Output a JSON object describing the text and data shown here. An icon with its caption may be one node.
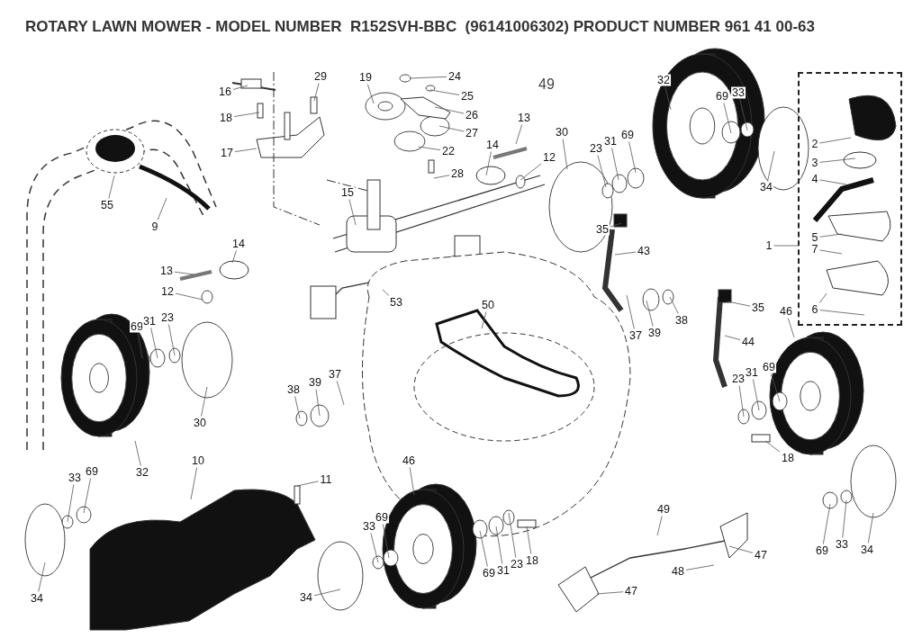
{
  "diagram": {
    "title": "ROTARY LAWN MOWER - MODEL NUMBER  R152SVH-BBC  (96141006302) PRODUCT NUMBER 961 41 00-63",
    "nodes": [
      {
        "text": [
          "16"
        ]
      },
      {
        "text": [
          "18"
        ]
      },
      {
        "text": [
          "17"
        ]
      },
      {
        "text": [
          "29"
        ]
      },
      {
        "text": [
          "19"
        ]
      },
      {
        "text": [
          "24"
        ]
      },
      {
        "text": [
          "25"
        ]
      },
      {
        "text": [
          "26"
        ]
      },
      {
        "text": [
          "27"
        ]
      },
      {
        "text": [
          "22"
        ]
      },
      {
        "text": [
          "28"
        ]
      },
      {
        "text": [
          "13"
        ]
      },
      {
        "text": [
          "14"
        ]
      },
      {
        "text": [
          "12"
        ]
      },
      {
        "text": [
          "30"
        ]
      },
      {
        "text": [
          "23"
        ]
      },
      {
        "text": [
          "31"
        ]
      },
      {
        "text": [
          "69"
        ]
      },
      {
        "text": [
          "32"
        ]
      },
      {
        "text": [
          "69"
        ]
      },
      {
        "text": [
          "33"
        ]
      },
      {
        "text": [
          "34"
        ]
      },
      {
        "text": [],
        "shape": "box"
      },
      {
        "text": [
          "2"
        ],
        "in": 22
      },
      {
        "text": [
          "3"
        ],
        "in": 22
      },
      {
        "text": [
          "4"
        ],
        "in": 22
      },
      {
        "text": [
          "5"
        ],
        "in": 22
      },
      {
        "text": [
          "7"
        ],
        "in": 22
      },
      {
        "text": [
          "6"
        ],
        "in": 22
      },
      {
        "text": [
          "1"
        ]
      },
      {
        "text": [
          "35"
        ]
      },
      {
        "text": [
          "43"
        ]
      },
      {
        "text": [
          "37"
        ]
      },
      {
        "text": [
          "39"
        ]
      },
      {
        "text": [
          "38"
        ]
      },
      {
        "text": [
          "35"
        ]
      },
      {
        "text": [
          "44"
        ]
      },
      {
        "text": [
          "46"
        ]
      },
      {
        "text": [
          "15"
        ]
      },
      {
        "text": [
          "14"
        ]
      },
      {
        "text": [
          "13"
        ]
      },
      {
        "text": [
          "12"
        ]
      },
      {
        "text": [
          "53"
        ]
      },
      {
        "text": [
          "50"
        ]
      },
      {
        "text": [
          "55"
        ]
      },
      {
        "text": [
          "9"
        ]
      },
      {
        "text": [
          "69"
        ]
      },
      {
        "text": [
          "31"
        ]
      },
      {
        "text": [
          "23"
        ]
      },
      {
        "text": [
          "38"
        ]
      },
      {
        "text": [
          "39"
        ]
      },
      {
        "text": [
          "37"
        ]
      },
      {
        "text": [
          "30"
        ]
      },
      {
        "text": [
          "32"
        ]
      },
      {
        "text": [
          "23"
        ]
      },
      {
        "text": [
          "31"
        ]
      },
      {
        "text": [
          "69"
        ]
      },
      {
        "text": [
          "18"
        ]
      },
      {
        "text": [
          "10"
        ]
      },
      {
        "text": [
          "11"
        ]
      },
      {
        "text": [
          "33"
        ]
      },
      {
        "text": [
          "69"
        ]
      },
      {
        "text": [
          "46"
        ]
      },
      {
        "text": [
          "33"
        ]
      },
      {
        "text": [
          "69"
        ]
      },
      {
        "text": [
          "34"
        ]
      },
      {
        "text": [
          "34"
        ]
      },
      {
        "text": [
          "69"
        ]
      },
      {
        "text": [
          "31"
        ]
      },
      {
        "text": [
          "23"
        ]
      },
      {
        "text": [
          "18"
        ]
      },
      {
        "text": [
          "49"
        ]
      },
      {
        "text": [
          "47"
        ]
      },
      {
        "text": [
          "48"
        ]
      },
      {
        "text": [
          "47"
        ]
      },
      {
        "text": [
          "69"
        ]
      },
      {
        "text": [
          "33"
        ]
      },
      {
        "text": [
          "34"
        ]
      }
    ],
    "edges": [
      {
        "from": 0,
        "to": null,
        "arrow": "none"
      },
      {
        "from": 1,
        "to": null,
        "arrow": "none"
      },
      {
        "from": 2,
        "to": null,
        "arrow": "none"
      },
      {
        "from": 3,
        "to": null,
        "arrow": "none"
      },
      {
        "from": 4,
        "to": null,
        "arrow": "none"
      },
      {
        "from": 5,
        "to": null,
        "arrow": "none"
      },
      {
        "from": 6,
        "to": null,
        "arrow": "none"
      },
      {
        "from": 7,
        "to": null,
        "arrow": "none"
      },
      {
        "from": 8,
        "to": null,
        "arrow": "none"
      },
      {
        "from": 9,
        "to": null,
        "arrow": "none"
      },
      {
        "from": 10,
        "to": null,
        "arrow": "none"
      },
      {
        "from": 11,
        "to": null,
        "arrow": "none"
      },
      {
        "from": 12,
        "to": null,
        "arrow": "none"
      },
      {
        "from": 13,
        "to": null,
        "arrow": "none"
      },
      {
        "from": 14,
        "to": null,
        "arrow": "none"
      },
      {
        "from": 15,
        "to": null,
        "arrow": "none"
      },
      {
        "from": 16,
        "to": null,
        "arrow": "none"
      },
      {
        "from": 17,
        "to": null,
        "arrow": "none"
      },
      {
        "from": 18,
        "to": null,
        "arrow": "none"
      },
      {
        "from": 19,
        "to": null,
        "arrow": "none"
      },
      {
        "from": 20,
        "to": null,
        "arrow": "none"
      },
      {
        "from": 21,
        "to": null,
        "arrow": "none"
      },
      {
        "from": 23,
        "to": null,
        "arrow": "none"
      },
      {
        "from": 24,
        "to": null,
        "arrow": "none"
      },
      {
        "from": 25,
        "to": null,
        "arrow": "none"
      },
      {
        "from": 26,
        "to": null,
        "arrow": "none"
      },
      {
        "from": 27,
        "to": null,
        "arrow": "none"
      },
      {
        "from": 28,
        "to": null,
        "arrow": "none"
      },
      {
        "from": 28,
        "to": null,
        "arrow": "none"
      },
      {
        "from": 29,
        "to": 22,
        "arrow": "none"
      },
      {
        "from": 30,
        "to": null,
        "arrow": "none"
      },
      {
        "from": 31,
        "to": null,
        "arrow": "none"
      },
      {
        "from": 32,
        "to": null,
        "arrow": "none"
      },
      {
        "from": 33,
        "to": null,
        "arrow": "none"
      },
      {
        "from": 34,
        "to": null,
        "arrow": "none"
      },
      {
        "from": 35,
        "to": null,
        "arrow": "none"
      },
      {
        "from": 36,
        "to": null,
        "arrow": "none"
      },
      {
        "from": 37,
        "to": null,
        "arrow": "none"
      },
      {
        "from": 38,
        "to": null,
        "arrow": "none"
      },
      {
        "from": 39,
        "to": null,
        "arrow": "none"
      },
      {
        "from": 40,
        "to": null,
        "arrow": "none"
      },
      {
        "from": 41,
        "to": null,
        "arrow": "none"
      },
      {
        "from": 42,
        "to": null,
        "arrow": "none"
      },
      {
        "from": 43,
        "to": null,
        "arrow": "none"
      },
      {
        "from": 44,
        "to": null,
        "arrow": "none"
      },
      {
        "from": 45,
        "to": null,
        "arrow": "none"
      },
      {
        "from": 46,
        "to": null,
        "arrow": "none"
      },
      {
        "from": 47,
        "to": null,
        "arrow": "none"
      },
      {
        "from": 48,
        "to": null,
        "arrow": "none"
      },
      {
        "from": 49,
        "to": null,
        "arrow": "none"
      },
      {
        "from": 50,
        "to": null,
        "arrow": "none"
      },
      {
        "from": 51,
        "to": null,
        "arrow": "none"
      },
      {
        "from": 52,
        "to": null,
        "arrow": "none"
      },
      {
        "from": 53,
        "to": null,
        "arrow": "none"
      },
      {
        "from": 54,
        "to": null,
        "arrow": "none"
      },
      {
        "from": 55,
        "to": null,
        "arrow": "none"
      },
      {
        "from": 56,
        "to": null,
        "arrow": "none"
      },
      {
        "from": 57,
        "to": null,
        "arrow": "none"
      },
      {
        "from": 58,
        "to": null,
        "arrow": "none"
      },
      {
        "from": 59,
        "to": null,
        "arrow": "none"
      },
      {
        "from": 60,
        "to": null,
        "arrow": "none"
      },
      {
        "from": 61,
        "to": null,
        "arrow": "none"
      },
      {
        "from": 62,
        "to": null,
        "arrow": "none"
      },
      {
        "from": 63,
        "to": null,
        "arrow": "none"
      },
      {
        "from": 64,
        "to": null,
        "arrow": "none"
      },
      {
        "from": 65,
        "to": null,
        "arrow": "none"
      },
      {
        "from": 66,
        "to": null,
        "arrow": "none"
      },
      {
        "from": 67,
        "to": null,
        "arrow": "none"
      },
      {
        "from": 68,
        "to": null,
        "arrow": "none"
      },
      {
        "from": 69,
        "to": null,
        "arrow": "none"
      },
      {
        "from": 70,
        "to": null,
        "arrow": "none"
      },
      {
        "from": 71,
        "to": null,
        "arrow": "none"
      },
      {
        "from": 72,
        "to": null,
        "arrow": "none"
      },
      {
        "from": 73,
        "to": null,
        "arrow": "none"
      },
      {
        "from": 74,
        "to": null,
        "arrow": "none"
      },
      {
        "from": 75,
        "to": null,
        "arrow": "none"
      },
      {
        "from": 76,
        "to": null,
        "arrow": "none"
      },
      {
        "from": 77,
        "to": null,
        "arrow": "none"
      }
    ],
    "labels": [
      "49"
    ]
  }
}
